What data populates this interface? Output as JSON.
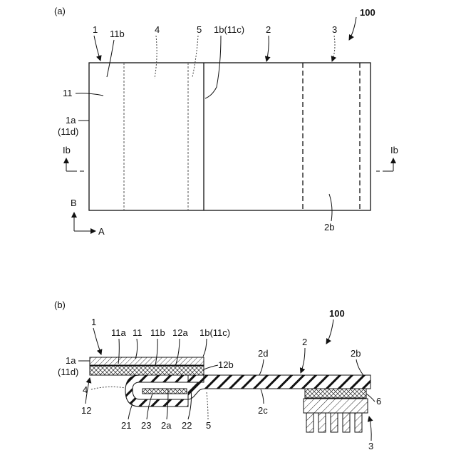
{
  "panel_a": {
    "label": "(a)",
    "ref_main": "100",
    "labels": {
      "l1": "1",
      "l11b": "11b",
      "l4": "4",
      "l5": "5",
      "l1b11c": "1b(11c)",
      "l2": "2",
      "l3": "3",
      "l11": "11",
      "l1a": "1a",
      "l11d": "(11d)",
      "section_left": "Ib",
      "section_right": "Ib",
      "axis_b": "B",
      "axis_a": "A",
      "l2b": "2b"
    }
  },
  "panel_b": {
    "label": "(b)",
    "ref_main": "100",
    "labels": {
      "l1": "1",
      "l11a": "11a",
      "l11": "11",
      "l11b": "11b",
      "l12a": "12a",
      "l1b11c": "1b(11c)",
      "l2": "2",
      "l2d": "2d",
      "l2b": "2b",
      "l1a": "1a",
      "l11d": "(11d)",
      "l12b": "12b",
      "l4": "4",
      "l12": "12",
      "l2c": "2c",
      "l6": "6",
      "l21": "21",
      "l23": "23",
      "l2a": "2a",
      "l22": "22",
      "l5": "5",
      "l3": "3"
    }
  }
}
